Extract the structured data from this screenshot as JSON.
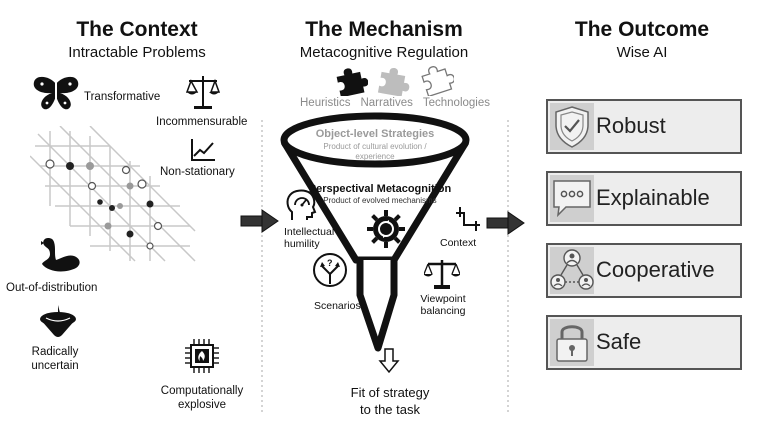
{
  "context": {
    "title": "The Context",
    "subtitle": "Intractable Problems",
    "labels": {
      "transformative": "Transformative",
      "incommensurable": "Incommensurable",
      "non_stationary": "Non-stationary",
      "out_of_distribution": "Out-of-distribution",
      "radically_uncertain": [
        "Radically",
        "uncertain"
      ],
      "computationally_explosive": [
        "Computationally",
        "explosive"
      ]
    }
  },
  "mechanism": {
    "title": "The Mechanism",
    "subtitle": "Metacognitive Regulation",
    "inputs": [
      "Heuristics",
      "Narratives",
      "Technologies"
    ],
    "object_level": {
      "title": "Object-level Strategies",
      "desc": [
        "Product of cultural evolution /",
        "experience"
      ]
    },
    "perspectival": {
      "title": "Perspectival Metacognition",
      "desc": "Product of evolved mechanisms"
    },
    "labels": {
      "intellectual_humility": [
        "Intellectual",
        "humility"
      ],
      "context": "Context",
      "scenarios": "Scenarios",
      "viewpoint_balancing": [
        "Viewpoint",
        "balancing"
      ]
    },
    "output": [
      "Fit of strategy",
      "to the task"
    ]
  },
  "outcome": {
    "title": "The Outcome",
    "subtitle": "Wise AI",
    "items": [
      {
        "label": "Robust",
        "icon": "shield-check-icon"
      },
      {
        "label": "Explainable",
        "icon": "speech-bubble-icon"
      },
      {
        "label": "Cooperative",
        "icon": "network-people-icon"
      },
      {
        "label": "Safe",
        "icon": "padlock-icon"
      }
    ]
  }
}
